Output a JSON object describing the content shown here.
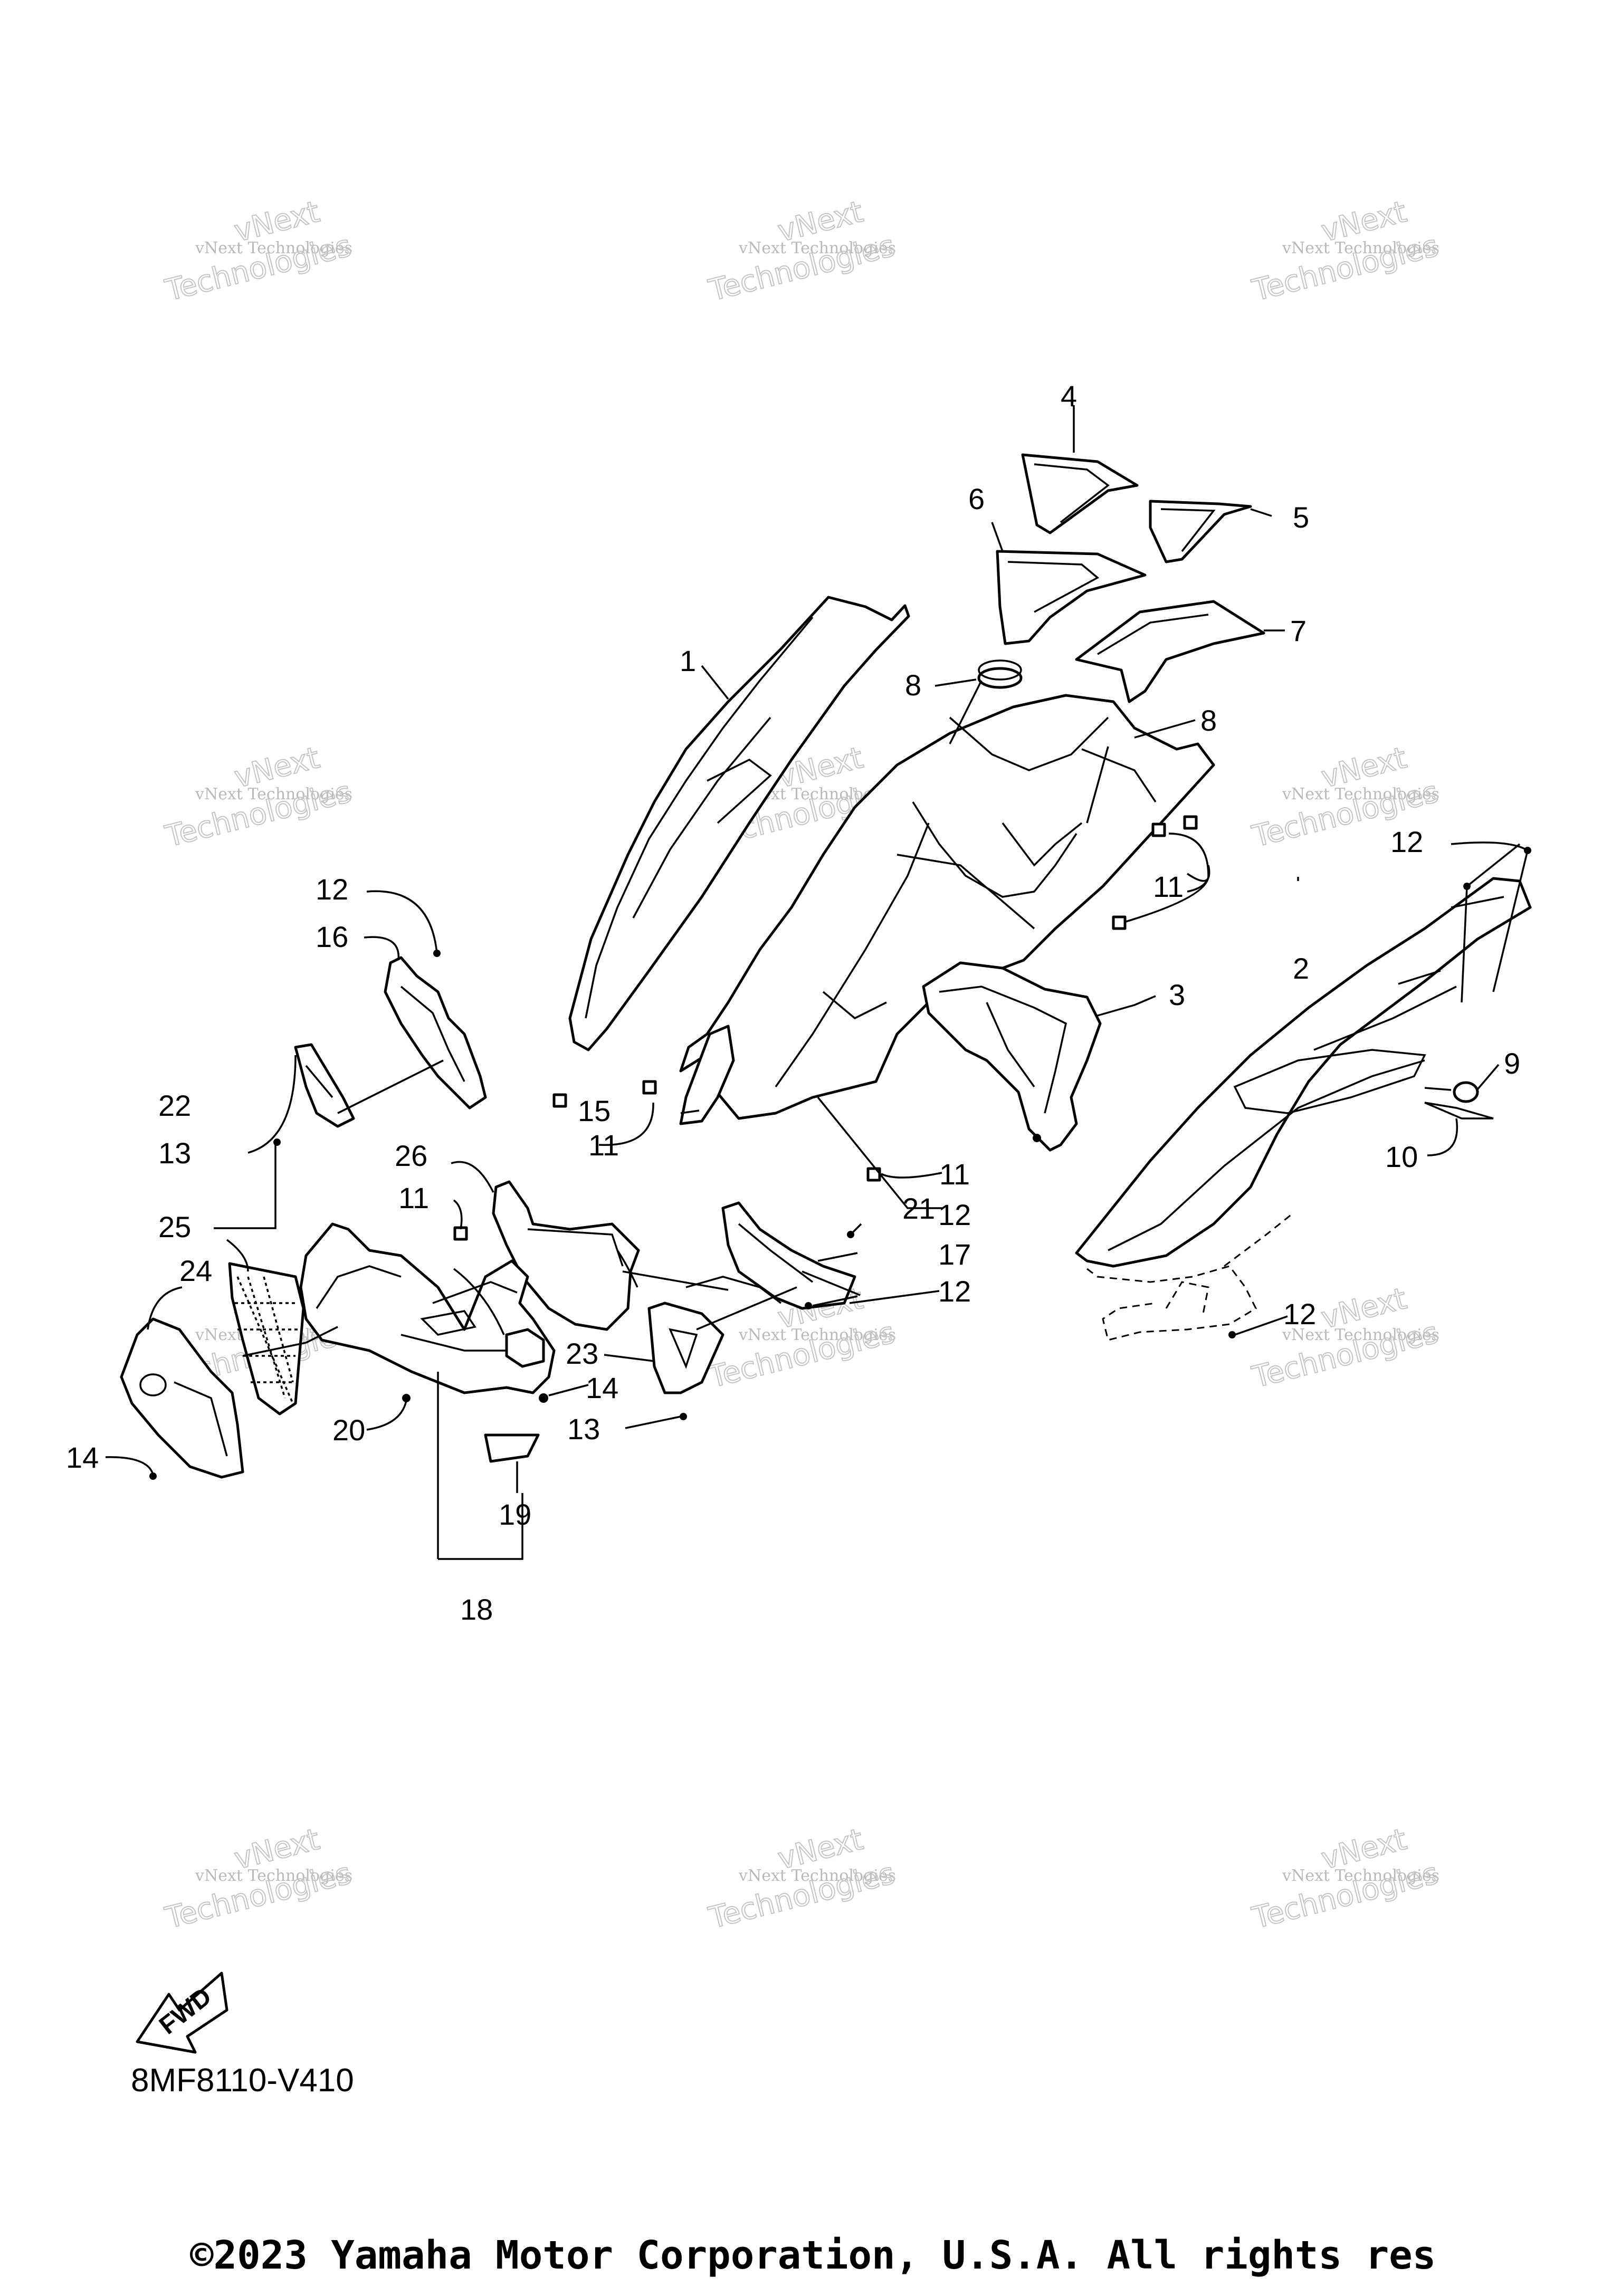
{
  "diagram_code": "8MF8110-V410",
  "copyright": "©2023 Yamaha Motor Corporation, U.S.A. All rights res",
  "fwd_label": "FWD",
  "watermark": {
    "line1": "vNext Technologies",
    "line2": "vNext",
    "line3": "Technologies"
  },
  "callouts": [
    "1",
    "2",
    "3",
    "4",
    "5",
    "6",
    "7",
    "8",
    "8",
    "9",
    "10",
    "11",
    "11",
    "11",
    "11",
    "12",
    "12",
    "12",
    "12",
    "12",
    "13",
    "13",
    "14",
    "14",
    "15",
    "16",
    "17",
    "18",
    "19",
    "20",
    "21",
    "22",
    "23",
    "24",
    "25",
    "26"
  ]
}
